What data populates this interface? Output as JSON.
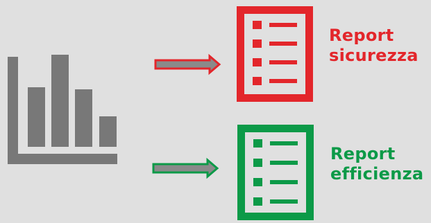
{
  "colors": {
    "background": "#e0e0e0",
    "chart_icon": "#787878",
    "safety": "#e3262b",
    "efficiency": "#0c9a48",
    "arrow_fill": "#8a8a8a"
  },
  "icons": {
    "chart": "bar-chart-icon",
    "safety_doc": "list-document-icon",
    "efficiency_doc": "list-document-icon",
    "arrows": "right-arrow-icon"
  },
  "reports": {
    "safety": {
      "line1": "Report",
      "line2": "sicurezza"
    },
    "efficiency": {
      "line1": "Report",
      "line2": "efficienza"
    }
  }
}
